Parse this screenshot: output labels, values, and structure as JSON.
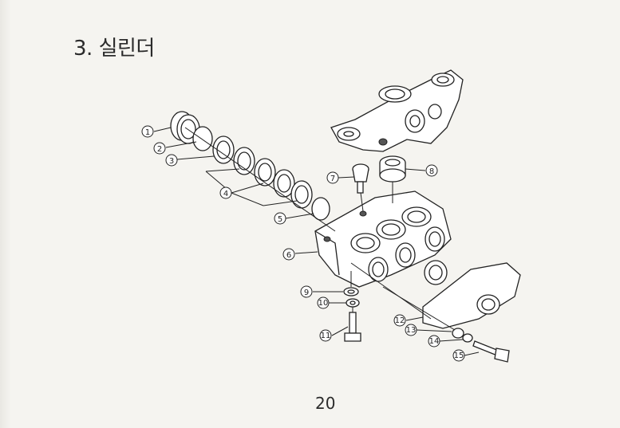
{
  "page": {
    "title": "3. 실린더",
    "page_number": "20"
  },
  "callouts": [
    "①",
    "②",
    "③",
    "④",
    "⑤",
    "⑥",
    "⑦",
    "⑧",
    "⑨",
    "⑩",
    "⑪",
    "⑫",
    "⑬",
    "⑭",
    "⑮"
  ]
}
